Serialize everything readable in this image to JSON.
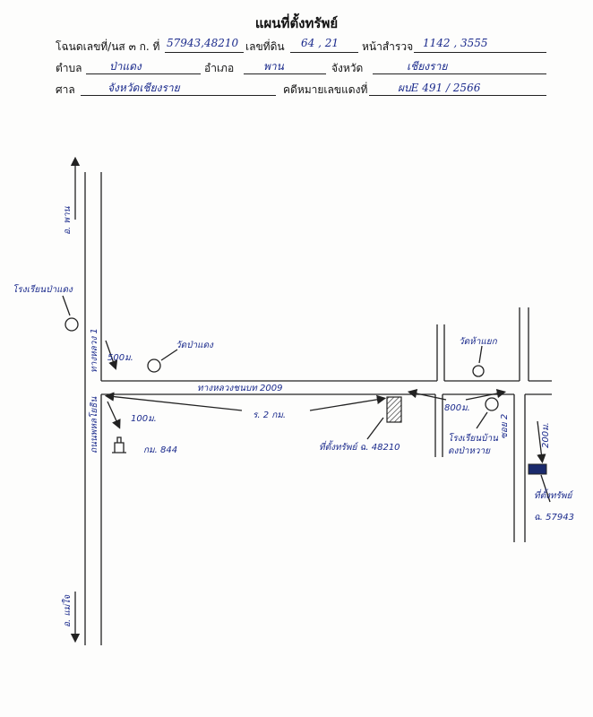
{
  "header": {
    "title": "แผนที่ตั้งทรัพย์",
    "row1": {
      "label_deed": "โฉนดเลขที่/นส ๓ ก. ที่",
      "deed_value": "57943,48210",
      "label_land": "เลขที่ดิน",
      "land_value": "64 , 21",
      "label_survey": "หน้าสำรวจ",
      "survey_value": "1142 , 3555"
    },
    "row2": {
      "label_subdistrict": "ตำบล",
      "subdistrict_value": "ป่าแดง",
      "label_district": "อำเภอ",
      "district_value": "พาน",
      "label_province": "จังหวัด",
      "province_value": "เชียงราย"
    },
    "row3": {
      "label_court": "ศาล",
      "court_value": "จังหวัดเชียงราย",
      "label_case": "คดีหมายเลขแดงที่",
      "case_value": "ผบE 491 / 2566"
    }
  },
  "map": {
    "top_arrow_label": "อ. พาน",
    "bottom_arrow_label": "อ. แม่ใจ",
    "school_left": "โรงเรียนป่าแดง",
    "road_label_upper": "ทางหลวง 1",
    "road_label_lower": "ถนนพหลโยธิน",
    "dist_500": "500ม.",
    "temple_left": "วัดป่าแดง",
    "soi_road": "ทางหลวงชนบท 2009",
    "dist_100": "100ม.",
    "km_marker": "กม. 844",
    "dist_main": "ร. 2 กม.",
    "property_1": "ที่ตั้งทรัพย์ ฉ. 48210",
    "temple_right": "วัดห้าแยก",
    "dist_800": "800ม.",
    "school_right": "โรงเรียนบ้าน\nดงป่าหวาย",
    "soi_right": "ซอย 2",
    "dist_200": "200ม.",
    "property_2": "ที่ตั้งทรัพย์",
    "property_2_deed": "ฉ. 57943"
  }
}
